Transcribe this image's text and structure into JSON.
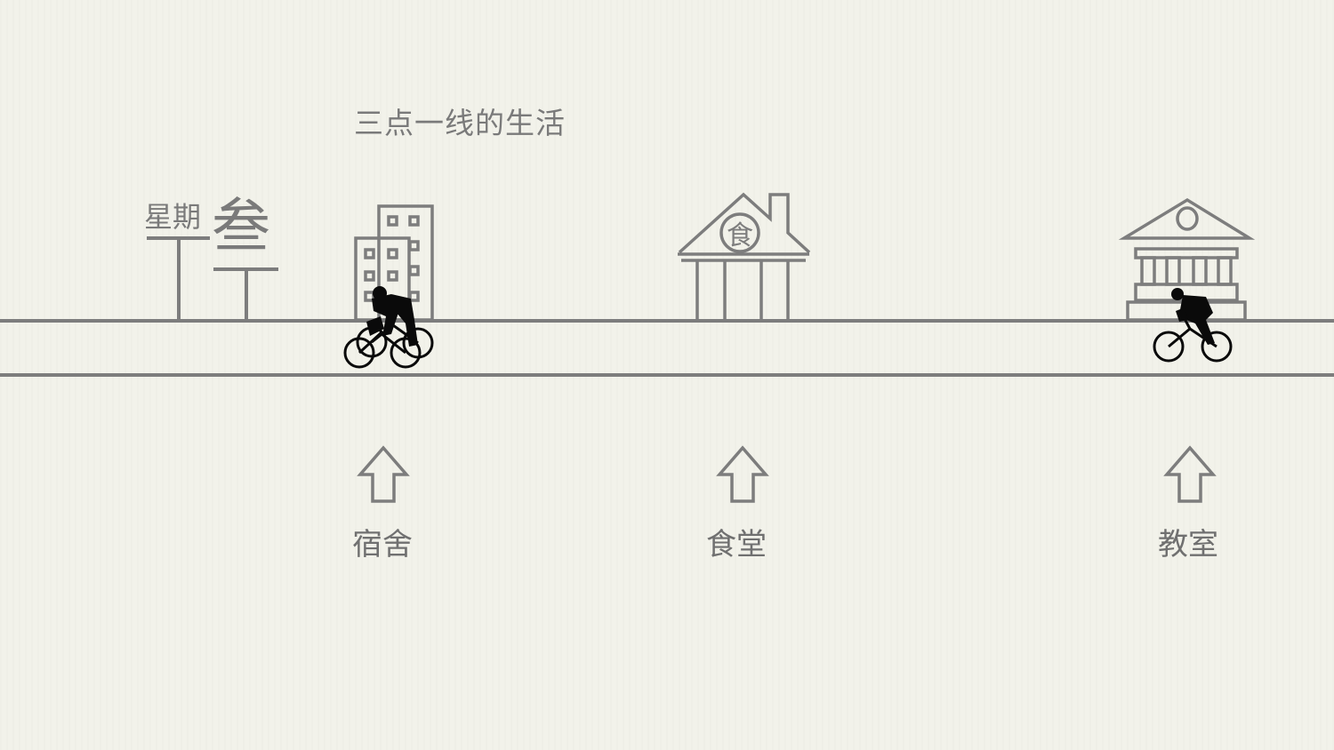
{
  "title": "三点一线的生活",
  "day_sign": {
    "weekday": "星期",
    "day": "叁"
  },
  "places": [
    {
      "label": "宿舍",
      "icon": "dormitory-building-icon"
    },
    {
      "label": "食堂",
      "icon": "canteen-house-icon",
      "emblem": "食"
    },
    {
      "label": "教室",
      "icon": "classroom-temple-icon"
    }
  ],
  "colors": {
    "background": "#f2f2ea",
    "line": "#7d7d7d",
    "text": "#7a7a7a",
    "cyclist": "#0a0a0a"
  }
}
